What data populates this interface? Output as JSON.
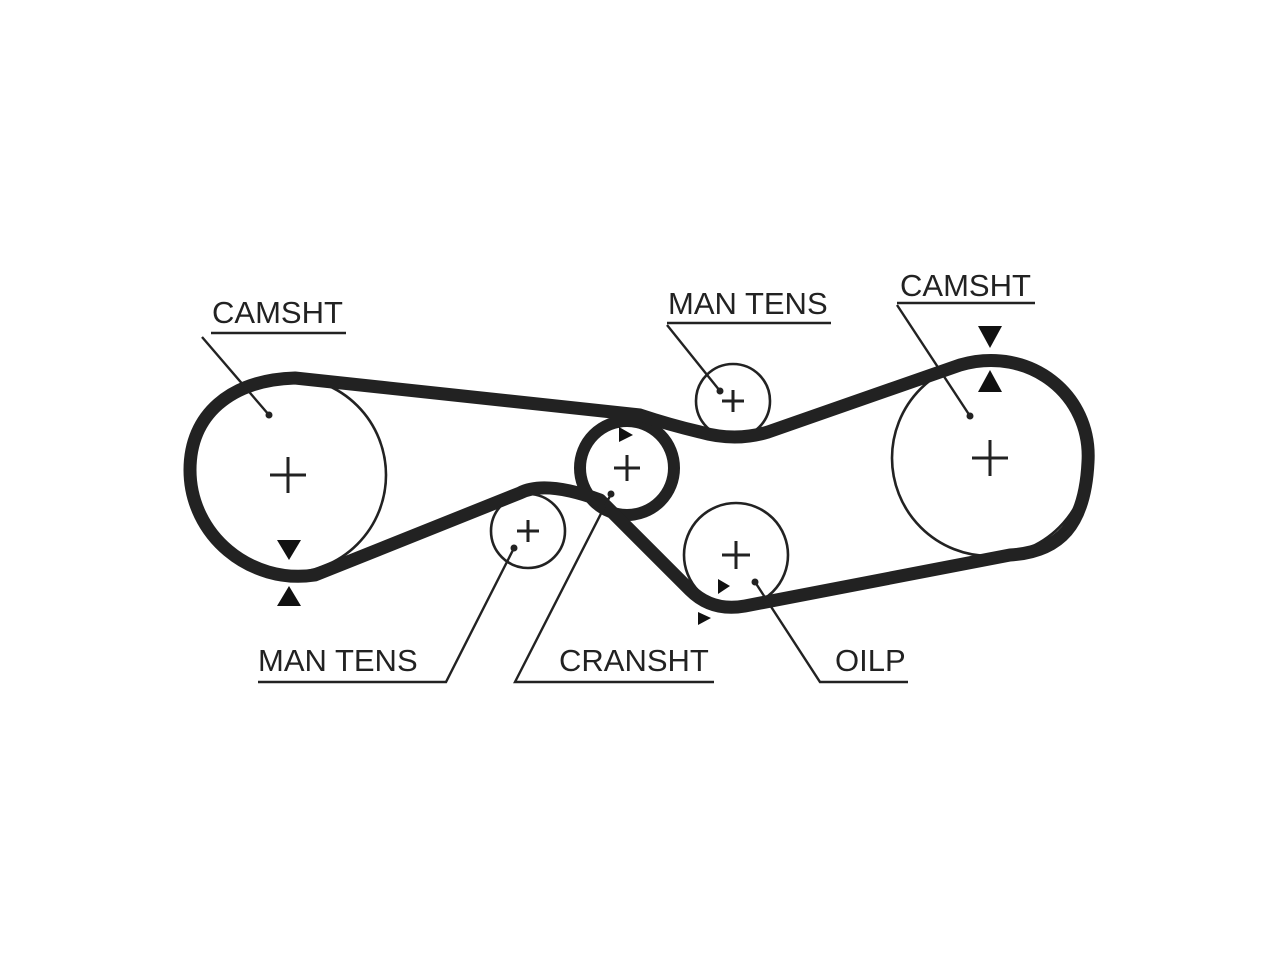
{
  "labels": {
    "camshaft_left": "CAMSHT",
    "camshaft_right": "CAMSHT",
    "man_tens_top": "MAN TENS",
    "man_tens_bottom": "MAN TENS",
    "crankshaft": "CRANSHT",
    "oil_pump": "OILP"
  },
  "colors": {
    "line": "#222222",
    "background": "#ffffff"
  }
}
